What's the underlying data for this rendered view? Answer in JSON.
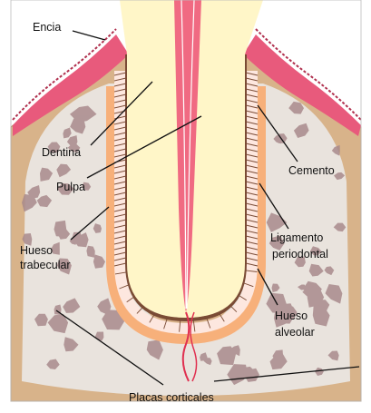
{
  "diagram": {
    "labels": {
      "encia": "Encia",
      "dentina": "Dentina",
      "pulpa": "Pulpa",
      "hueso_trabecular_1": "Hueso",
      "hueso_trabecular_2": "trabecular",
      "cemento": "Cemento",
      "ligamento_1": "Ligamento",
      "ligamento_2": "periodontal",
      "hueso_alveolar_1": "Hueso",
      "hueso_alveolar_2": "alveolar",
      "placas": "Placas corticales"
    },
    "colors": {
      "gum": "#e85a7c",
      "gum_light": "#f08fa6",
      "bone_body": "#d8b38a",
      "trabecular": "#e9e3dd",
      "marrow": "#a98a8c",
      "dentin": "#fff6c8",
      "pulp": "#f06a82",
      "canal": "#e03050",
      "cementum": "#7a4b35",
      "pdl": "#fde7df",
      "alveolar": "#f7b07a"
    }
  }
}
